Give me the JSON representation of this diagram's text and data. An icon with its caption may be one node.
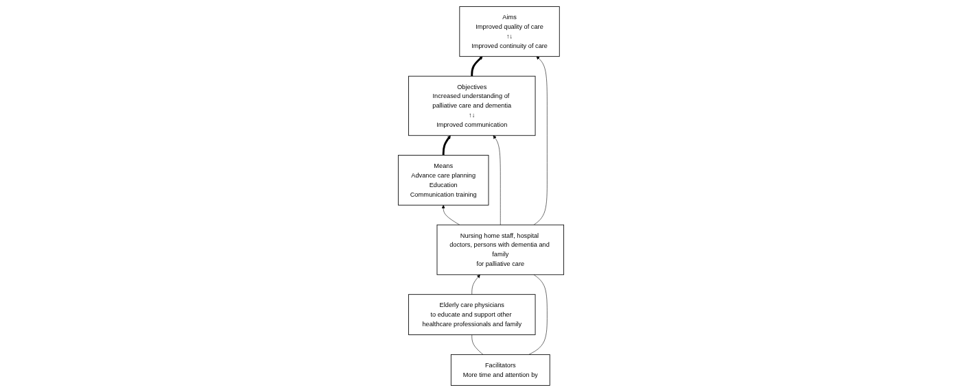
{
  "diagram": {
    "nodes": [
      {
        "text": [
          "Means",
          "Advance care planning",
          "Education",
          "Communication training"
        ]
      },
      {
        "text": [
          "Objectives",
          "Increased understanding of palliative care and dementia",
          "↑↓",
          "Improved communication"
        ]
      },
      {
        "text": [
          "Aims",
          "Improved quality of care",
          "↑↓",
          "Improved continuity of care"
        ]
      },
      {
        "text": [
          "Facilitators",
          "More time and attention by"
        ]
      },
      {
        "text": [
          "Nursing home staff, hospital doctors, persons with dementia and family",
          "for palliative care"
        ]
      },
      {
        "text": [
          "Elderly care physicians",
          "to educate and support other healthcare professionals and family"
        ]
      }
    ],
    "edges": [
      {
        "from": 0,
        "to": 1,
        "arrow": "to",
        "style": "thick"
      },
      {
        "from": 1,
        "to": 2,
        "arrow": "to",
        "style": "thick"
      },
      {
        "from": 4,
        "to": 0,
        "arrow": "to"
      },
      {
        "from": 4,
        "to": 1,
        "arrow": "to"
      },
      {
        "from": 4,
        "to": 2,
        "arrow": "to"
      },
      {
        "from": 5,
        "to": 4,
        "arrow": "to"
      },
      {
        "from": 3,
        "to": 4,
        "arrow": "none"
      },
      {
        "from": 3,
        "to": 5,
        "arrow": "none"
      }
    ]
  }
}
